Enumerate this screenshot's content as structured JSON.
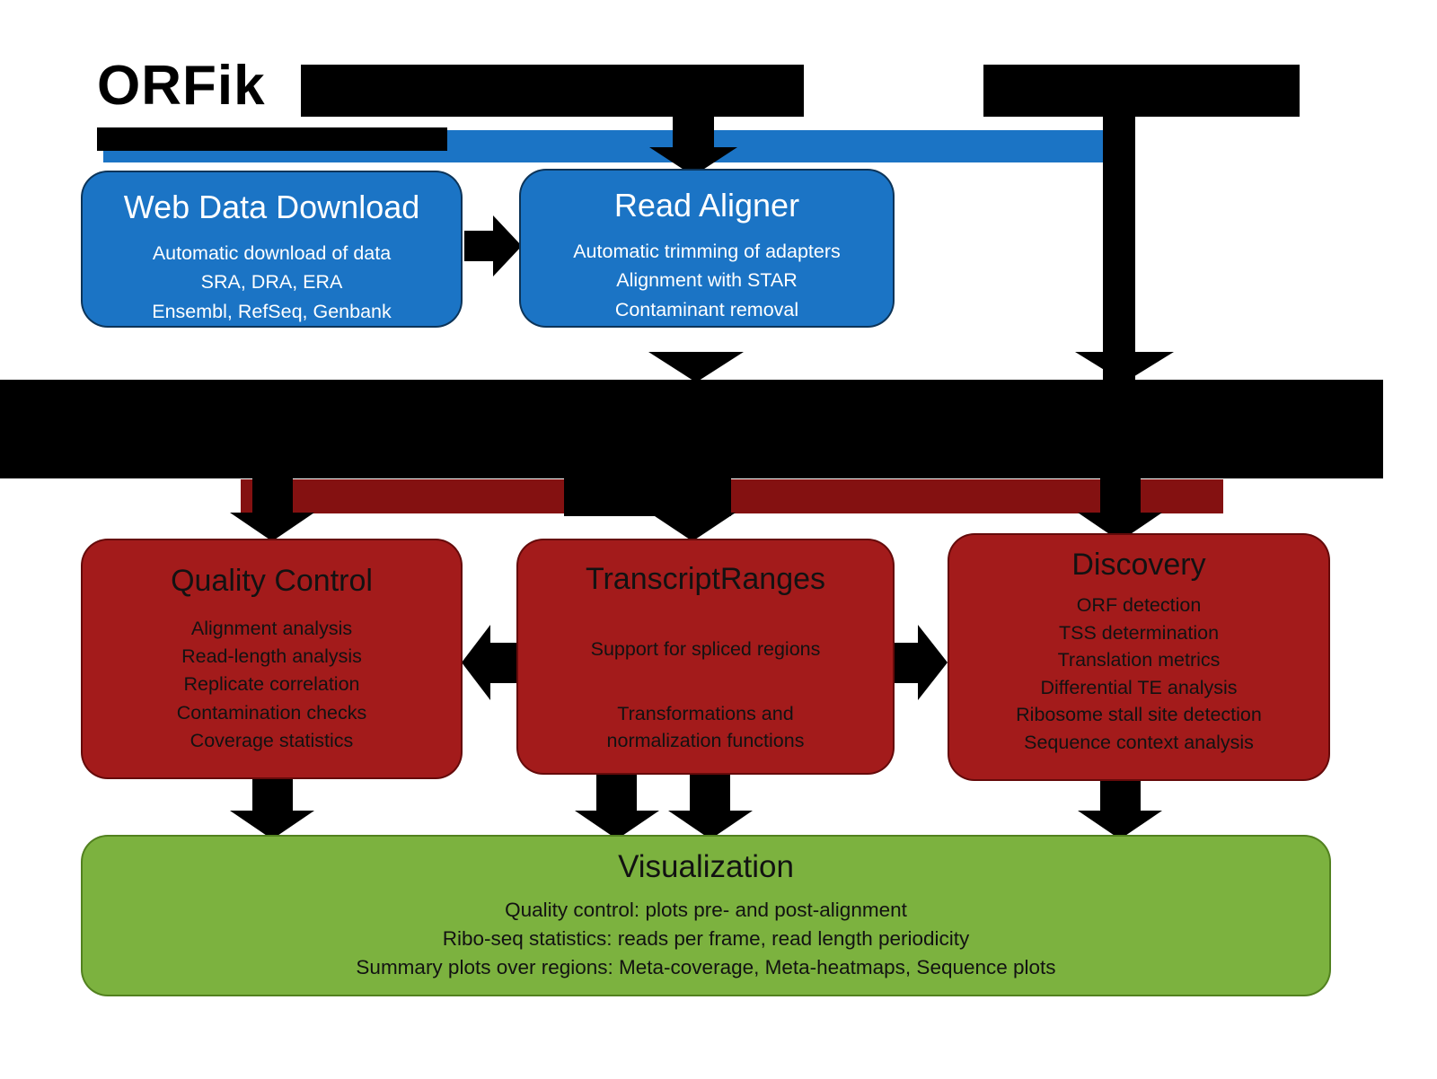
{
  "header": {
    "title": "ORFik"
  },
  "boxes": {
    "web_data_download": {
      "title": "Web Data Download",
      "lines": [
        "Automatic download of data",
        "SRA, DRA, ERA",
        "Ensembl, RefSeq, Genbank"
      ]
    },
    "read_aligner": {
      "title": "Read Aligner",
      "lines": [
        "Automatic trimming of adapters",
        "Alignment with STAR",
        "Contaminant removal"
      ]
    },
    "quality_control": {
      "title": "Quality Control",
      "lines": [
        "Alignment analysis",
        "Read-length analysis",
        "Replicate correlation",
        "Contamination checks",
        "Coverage statistics"
      ]
    },
    "transcript_ranges": {
      "title": "TranscriptRanges",
      "lines": [
        "Support for spliced regions",
        "Transformations and normalization functions"
      ]
    },
    "discovery": {
      "title": "Discovery",
      "lines": [
        "ORF detection",
        "TSS determination",
        "Translation metrics",
        "Differential TE analysis",
        "Ribosome stall site detection",
        "Sequence context analysis"
      ]
    },
    "visualization": {
      "title": "Visualization",
      "lines": [
        "Quality control: plots pre- and post-alignment",
        "Ribo-seq statistics: reads per frame, read length periodicity",
        "Summary plots over regions: Meta-coverage, Meta-heatmaps, Sequence plots"
      ]
    }
  },
  "colors": {
    "blue": "#1B74C5",
    "red": "#A31B1B",
    "dark_red": "#841111",
    "green": "#7CB23F",
    "black": "#000000",
    "box_text_light": "#FFFFFF",
    "box_text_dark": "#121212"
  }
}
